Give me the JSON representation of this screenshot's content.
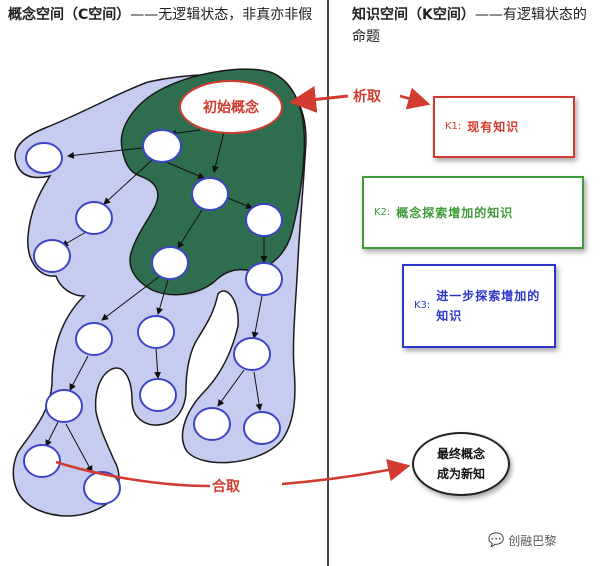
{
  "header": {
    "left_bold": "概念空间（C空间）",
    "left_rest": "——无逻辑状态，非真亦非假",
    "right_bold": "知识空间（K空间）",
    "right_rest": "——有逻辑状态的命题"
  },
  "concept_space": {
    "initial_concept": "初始概念",
    "analytic_label": "析取",
    "synthetic_label": "合取",
    "final_concept_line1": "最终概念",
    "final_concept_line2": "成为新知"
  },
  "knowledge_boxes": [
    {
      "id": "K1:",
      "text": "现有知识",
      "color": "#d23b2f"
    },
    {
      "id": "K2:",
      "text": "概念探索增加的知识",
      "color": "#3f9a3a"
    },
    {
      "id": "K3:",
      "text": "进一步探索增加的知识",
      "color": "#2e36c8"
    }
  ],
  "colors": {
    "blue_region": "#c5ccef",
    "green_region": "#2e6e4e",
    "node_stroke": "#3d44c6",
    "arrow_red": "#d23b2f"
  },
  "watermark": {
    "icon": "wechat-icon",
    "text": "创融巴黎"
  }
}
